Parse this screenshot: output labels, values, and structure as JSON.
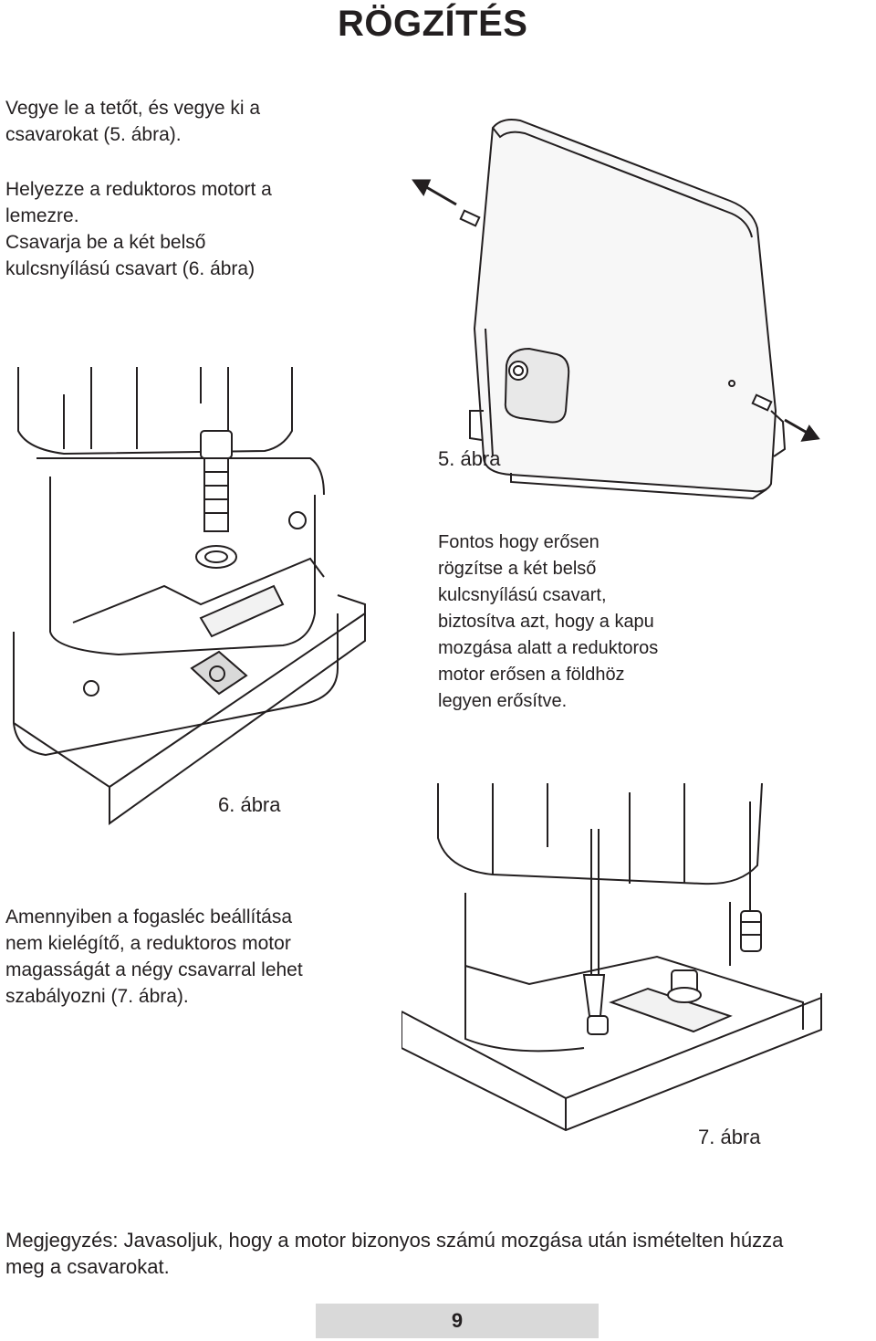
{
  "page": {
    "title": "RÖGZÍTÉS",
    "para1": [
      "Vegye le a tetőt, és vegye ki a",
      "csavarokat (5. ábra)."
    ],
    "para2": [
      "Helyezze a reduktoros motort a",
      "lemezre.",
      "Csavarja be a két belső",
      "kulcsnyílású csavart (6. ábra)"
    ],
    "para3": [
      "Fontos hogy erősen",
      "rögzítse a két belső",
      "kulcsnyílású csavart,",
      "biztosítva azt, hogy a kapu",
      "mozgása alatt a reduktoros",
      "motor erősen a földhöz",
      "legyen erősítve."
    ],
    "para4": [
      "Amennyiben a fogasléc beállítása",
      "nem kielégítő, a reduktoros motor",
      "magasságát a négy csavarral lehet",
      "szabályozni (7. ábra)."
    ],
    "note": [
      "Megjegyzés: Javasoljuk, hogy a motor bizonyos számú mozgása után ismételten húzza",
      "meg a csavarokat."
    ],
    "fig5_caption": "5. ábra",
    "fig6_caption": "6. ábra",
    "fig7_caption": "7. ábra",
    "page_number": "9"
  }
}
